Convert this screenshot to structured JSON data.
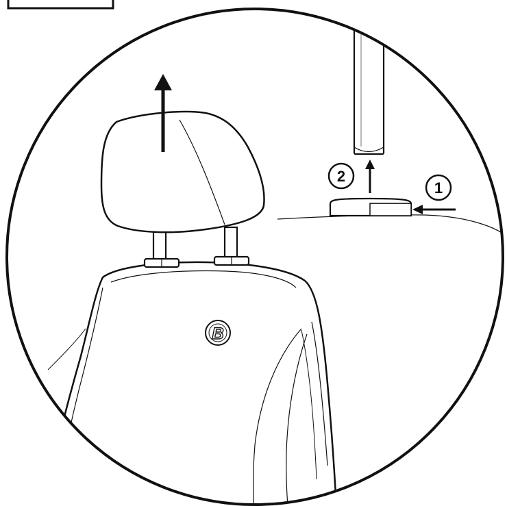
{
  "colors": {
    "line": "#111111",
    "background": "#ffffff",
    "arrow_fill": "#111111"
  },
  "steps": [
    {
      "number": "1",
      "action": "press-release-button"
    },
    {
      "number": "2",
      "action": "lift-headrest-post"
    }
  ],
  "logo": {
    "letter": "B"
  },
  "icons": [
    "up-arrow-icon",
    "left-arrow-icon",
    "step-badge-icon",
    "brand-logo-icon"
  ]
}
